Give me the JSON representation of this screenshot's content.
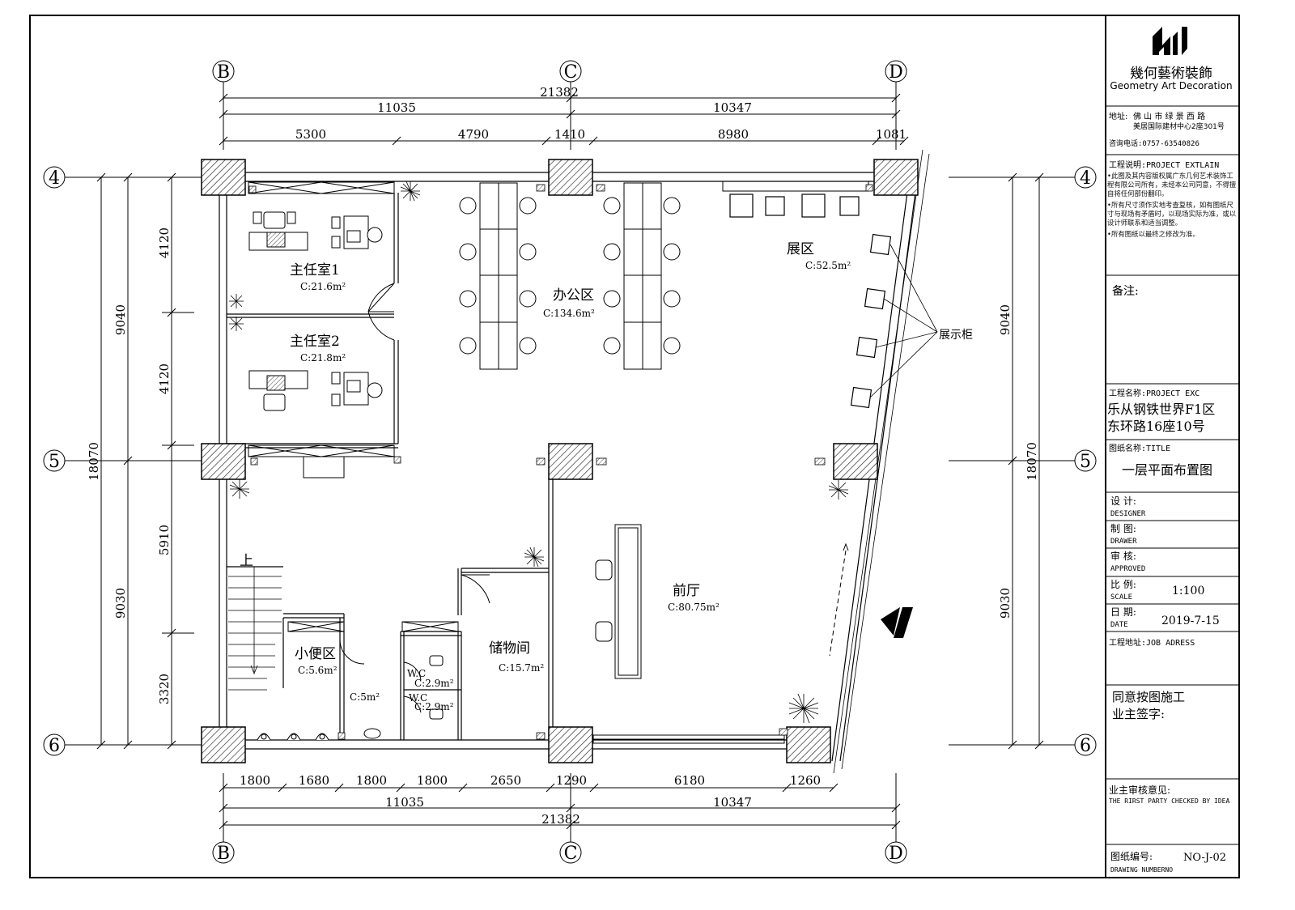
{
  "grid_axes": {
    "columns": [
      "B",
      "C",
      "D"
    ],
    "rows": [
      "4",
      "5",
      "6"
    ]
  },
  "dimensions": {
    "top_total": "21382",
    "top_halves": [
      "11035",
      "10347"
    ],
    "top_segments": [
      "5300",
      "4790",
      "1410",
      "8980",
      "1081"
    ],
    "bottom_total": "21382",
    "bottom_halves": [
      "11035",
      "10347"
    ],
    "bottom_segments": [
      "1800",
      "1680",
      "1800",
      "1800",
      "2650",
      "1290",
      "6180",
      "1260"
    ],
    "left_total": "18070",
    "left_halves": [
      "9040",
      "9030"
    ],
    "left_segments": [
      "4120",
      "4120",
      "5910",
      "3320"
    ],
    "right_total": "18070",
    "right_halves": [
      "9040",
      "9030"
    ]
  },
  "rooms": [
    {
      "name": "主任室1",
      "area": "C:21.6m²"
    },
    {
      "name": "主任室2",
      "area": "C:21.8m²"
    },
    {
      "name": "办公区",
      "area": "C:134.6m²"
    },
    {
      "name": "展区",
      "area": "C:52.5m²"
    },
    {
      "name": "前厅",
      "area": "C:80.75m²"
    },
    {
      "name": "储物间",
      "area": "C:15.7m²"
    },
    {
      "name": "小便区",
      "area": "C:5.6m²"
    },
    {
      "name": "",
      "area": "C:5m²"
    },
    {
      "name": "W.C",
      "area": "C:2.9m²"
    },
    {
      "name": "W.C",
      "area": "C:2.9m²"
    }
  ],
  "annotations": {
    "display_cabinet": "展示柜",
    "stair_up": "上"
  },
  "title_block": {
    "company_cn": "幾何藝術裝飾",
    "company_en": "Geometry Art Decoration",
    "address_label": "地址:",
    "address_line1": "佛 山 市 绿 景 西 路",
    "address_line2": "美居国际建材中心2座301号",
    "phone": "咨询电话:0757-63540826",
    "explain_label": "工程说明:PROJECT EXTLAIN",
    "explain_items": [
      "•此图及其内容版权属广东几何艺术装饰工程有限公司所有，未经本公司同意，不得擅自将任何部份翻印。",
      "•所有尺寸须作实地考查复核，如有图纸尺寸与现场有矛盾时，以现场实际为准，或以设计师联系和适当调整。",
      "•所有图纸以最终之修改为准。"
    ],
    "remarks_label": "备注:",
    "project_name_label": "工程名称:PROJECT EXC",
    "project_name_line1": "乐从钢铁世界F1区",
    "project_name_line2": "东环路16座10号",
    "drawing_name_label": "图纸名称:TITLE",
    "drawing_name": "一层平面布置图",
    "designer_cn": "设 计:",
    "designer_en": "DESIGNER",
    "drawer_cn": "制 图:",
    "drawer_en": "DRAWER",
    "approved_cn": "审 核:",
    "approved_en": "APPROVED",
    "scale_cn": "比 例:",
    "scale_en": "SCALE",
    "scale_value": "1:100",
    "date_cn": "日 期:",
    "date_en": "DATE",
    "date_value": "2019-7-15",
    "job_address": "工程地址:JOB ADRESS",
    "consent_line1": "同意按图施工",
    "consent_line2": "业主签字:",
    "owner_review_cn": "业主审核意见:",
    "owner_review_en": "THE RIRST PARTY CHECKED BY IDEA",
    "drawing_no_cn": "图纸编号:",
    "drawing_no_value": "NO-J-02",
    "drawing_no_en": "DRAWING NUMBERNO"
  }
}
